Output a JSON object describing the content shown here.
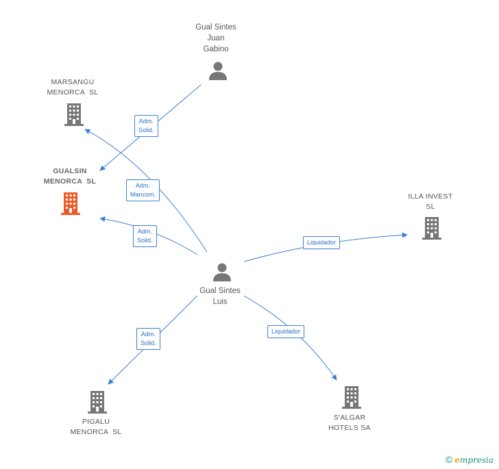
{
  "nodes": {
    "juan": "Gual Sintes\nJuan\nGabino",
    "marsangu": "MARSANGU\nMENORCA  SL",
    "gualsin": "GUALSIN\nMENORCA  SL",
    "illa": "ILLA INVEST\nSL",
    "luis": "Gual Sintes\nLuis",
    "pigalu": "PIGALU\nMENORCA  SL",
    "salgar": "S'ALGAR\nHOTELS SA"
  },
  "edges": {
    "juan_gualsin": "Adm.\nSolid.",
    "luis_marsangu": "Adm.\nMancom.",
    "luis_gualsin": "Adm.\nSolid.",
    "luis_illa": "Liquidador",
    "luis_pigalu": "Adm.\nSolid.",
    "luis_salgar": "Liquidador"
  },
  "brand": {
    "copyright": "©",
    "e": "e",
    "rest": "mpresia"
  },
  "colors": {
    "edge": "#3a7fd5",
    "icon": "#777777",
    "highlight": "#f05a28"
  }
}
